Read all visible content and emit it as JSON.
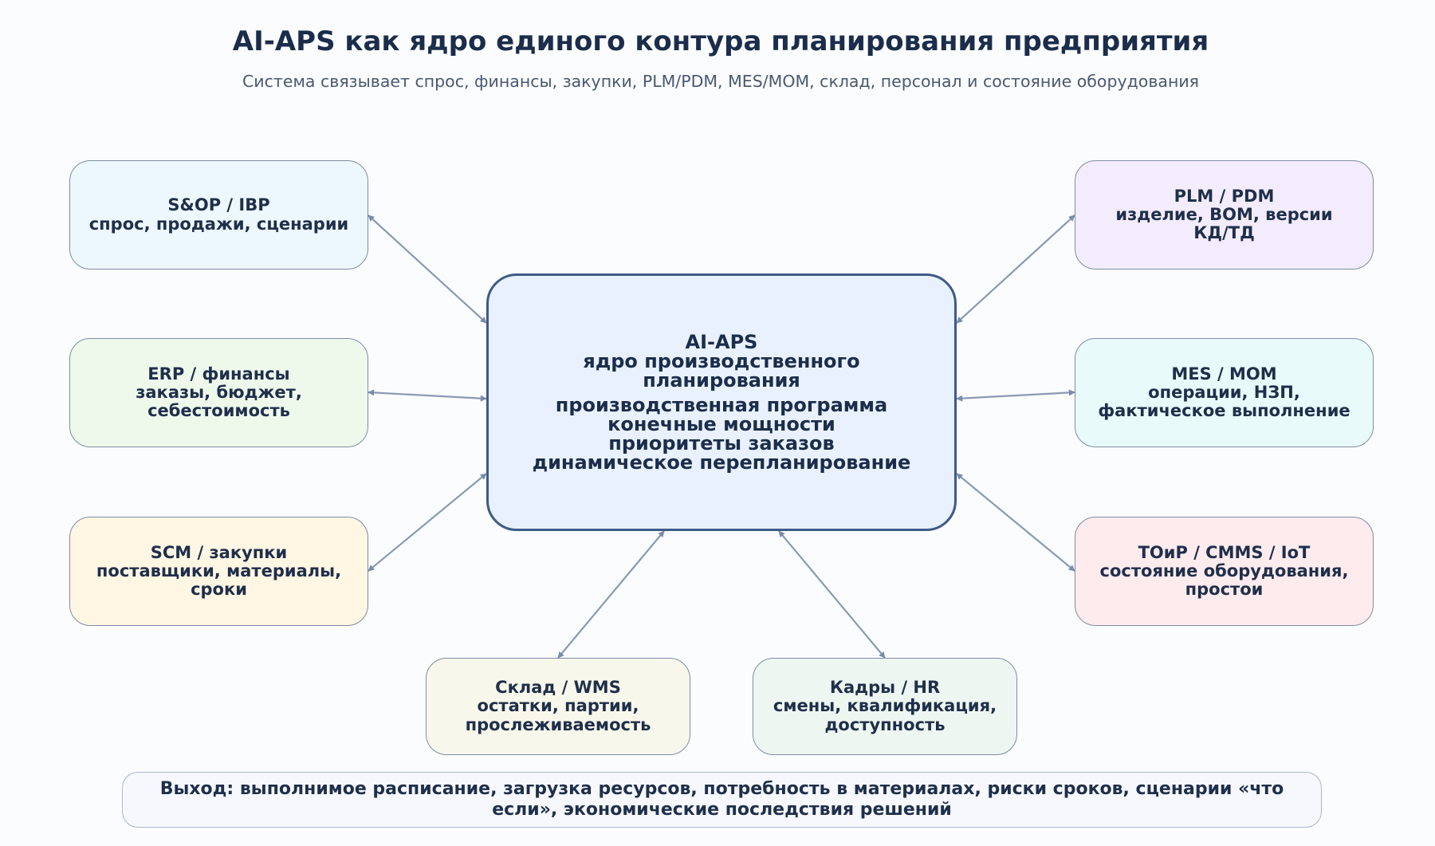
{
  "title": "AI-APS как ядро единого контура планирования предприятия",
  "subtitle": "Система связывает спрос, финансы, закупки, PLM/PDM, MES/MOM, склад, персонал и состояние оборудования",
  "core": {
    "lines": [
      "AI-APS",
      "ядро производственного",
      "планирования"
    ],
    "functions": [
      "производственная программа",
      "конечные мощности",
      "приоритеты заказов",
      "динамическое перепланирование"
    ]
  },
  "systems": [
    {
      "id": "sop",
      "lines": [
        "S&OP / IBP",
        "спрос, продажи, сценарии"
      ],
      "color": "#edf7fe"
    },
    {
      "id": "erp",
      "lines": [
        "ERP / финансы",
        "заказы, бюджет,",
        "себестоимость"
      ],
      "color": "#eef9ec"
    },
    {
      "id": "scm",
      "lines": [
        "SCM / закупки",
        "поставщики, материалы,",
        "сроки"
      ],
      "color": "#fff6e4"
    },
    {
      "id": "plm",
      "lines": [
        "PLM / PDM",
        "изделие, BOM, версии",
        "КД/ТД"
      ],
      "color": "#f3ecfd"
    },
    {
      "id": "mes",
      "lines": [
        "MES / MOM",
        "операции, НЗП,",
        "фактическое выполнение"
      ],
      "color": "#e9fafb"
    },
    {
      "id": "toir",
      "lines": [
        "ТОиР / CMMS / IoT",
        "состояние оборудования,",
        "простои"
      ],
      "color": "#feebee"
    },
    {
      "id": "wms",
      "lines": [
        "Склад / WMS",
        "остатки, партии,",
        "прослеживаемость"
      ],
      "color": "#f8f7ec"
    },
    {
      "id": "hr",
      "lines": [
        "Кадры / HR",
        "смены, квалификация,",
        "доступность"
      ],
      "color": "#eef6f2"
    }
  ],
  "output": "Выход: выполнимое расписание, загрузка ресурсов, потребность в материалах, риски сроков, сценарии «что если», экономические последствия решений",
  "colors": {
    "arrow": "#8a9ab3",
    "core_border": "#3e5a87",
    "core_fill": "#e8f1fd",
    "text": "#1f2f4a"
  }
}
